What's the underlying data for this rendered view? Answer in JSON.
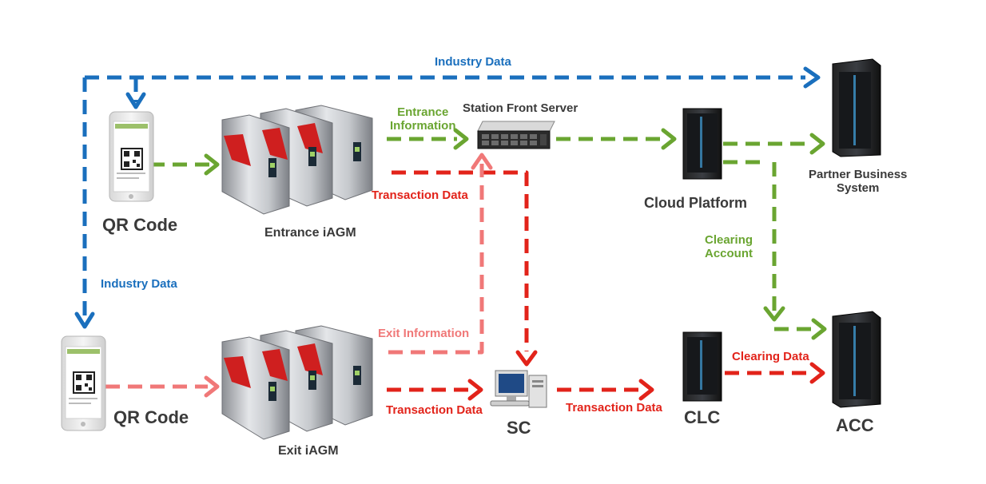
{
  "colors": {
    "industry": "#1a6fbd",
    "entrance": "#6aa531",
    "transaction": "#e2231a",
    "exit": "#f07878"
  },
  "labels": {
    "industry_data_top": "Industry Data",
    "industry_data_left": "Industry Data",
    "qr_code_top": "QR Code",
    "qr_code_bottom": "QR Code",
    "entrance_iagm": "Entrance iAGM",
    "exit_iagm": "Exit iAGM",
    "entrance_information": "Entrance\nInformation",
    "station_front_server": "Station Front Server",
    "transaction_data_upper": "Transaction Data",
    "exit_information": "Exit Information",
    "transaction_data_exit": "Transaction Data",
    "transaction_data_sc": "Transaction Data",
    "sc": "SC",
    "clc": "CLC",
    "cloud_platform": "Cloud Platform",
    "partner_business_system": "Partner Business\nSystem",
    "clearing_account": "Clearing\nAccount",
    "clearing_data": "Clearing Data",
    "acc": "ACC"
  }
}
